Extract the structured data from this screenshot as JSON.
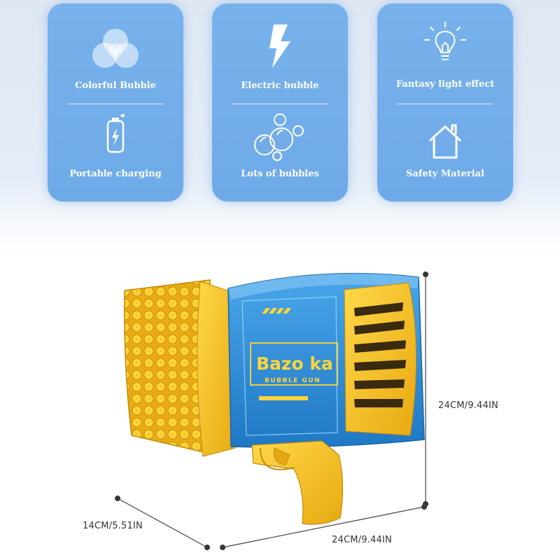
{
  "features": [
    {
      "label": "Colorful Bubble",
      "icon": "bubbles-circle-icon"
    },
    {
      "label": "Portable charging",
      "icon": "battery-charging-icon"
    },
    {
      "label": "Electric bubble",
      "icon": "lightning-bolt-icon"
    },
    {
      "label": "Lots of bubbles",
      "icon": "bubble-cluster-icon"
    },
    {
      "label": "Fantasy light effect",
      "icon": "lightbulb-icon"
    },
    {
      "label": "Safety Material",
      "icon": "house-icon"
    }
  ],
  "product": {
    "brand_text": "Bazo ka",
    "sub_text": "BUBBLE GUN"
  },
  "dimensions": {
    "height": "24CM/9.44IN",
    "depth": "14CM/5.51IN",
    "width": "24CM/9.44IN"
  },
  "colors": {
    "panel": "#74aeea",
    "gun_blue": "#2f8fd8",
    "gun_yellow": "#f2c12a"
  }
}
